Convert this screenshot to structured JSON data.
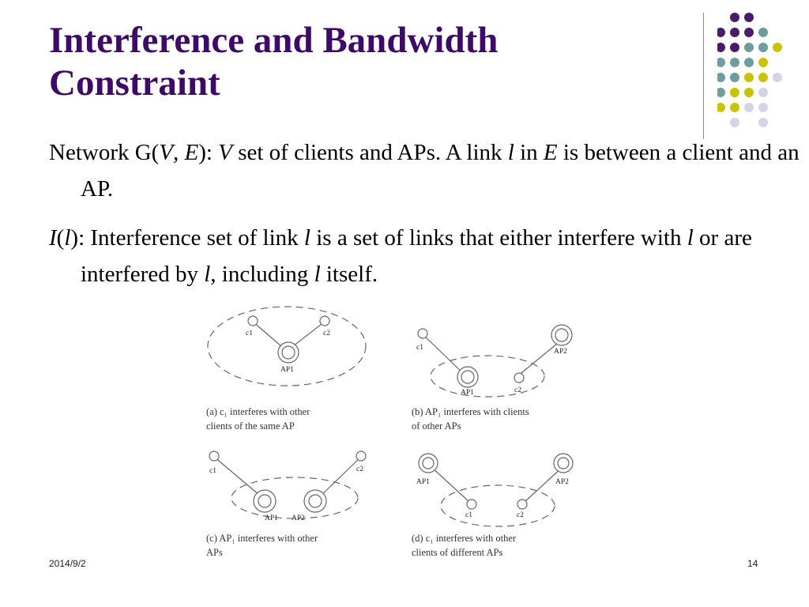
{
  "slide": {
    "title_line1": "Interference and Bandwidth",
    "title_line2": "Constraint",
    "accent_colors": {
      "title": "#3d0b67",
      "dot_purple": "#4b1a6b",
      "dot_teal": "#6f9d9c",
      "dot_yellow": "#c9c400",
      "dot_lavender": "#d4d4e8"
    }
  },
  "body": {
    "p1": {
      "t1": "Network G(",
      "V": "V",
      "comma": ", ",
      "E": "E",
      "t2": "): ",
      "V2": "V",
      "t3": " set of clients and APs. A link ",
      "l": "l",
      "t4": " in ",
      "E2": "E",
      "t5": " is between a client and an AP."
    },
    "p2": {
      "I": "I",
      "paren_open": "(",
      "l": "l",
      "paren_close": ")",
      "t1": ": Interference set of link ",
      "l2": "l",
      "t2": " is a set of links that either interfere with ",
      "l3": "l",
      "t3": " or are interfered by ",
      "l4": "l",
      "t4": ", including ",
      "l5": "l",
      "t5": " itself."
    }
  },
  "figure": {
    "a": {
      "c1": "c1",
      "c2": "c2",
      "ap1": "AP1",
      "caption_line1": "(a)  c₁  interferes  with  other",
      "caption_line2": "clients of the same AP"
    },
    "b": {
      "c1": "c1",
      "ap2": "AP2",
      "ap1": "AP1",
      "c2": "c2",
      "caption_line1": "(b)  AP₁  interferes  with  clients",
      "caption_line2": "of other APs"
    },
    "c": {
      "c1": "c1",
      "c2": "c2",
      "ap1": "AP1",
      "ap2": "AP2",
      "caption_line1": "(c)  AP₁  interferes  with  other",
      "caption_line2": "APs"
    },
    "d": {
      "ap1": "AP1",
      "ap2": "AP2",
      "c1": "c1",
      "c2": "c2",
      "caption_line1": "(d)  c₁  interferes  with  other",
      "caption_line2": "clients of different APs"
    }
  },
  "footer": {
    "date": "2014/9/2",
    "page": "14"
  }
}
